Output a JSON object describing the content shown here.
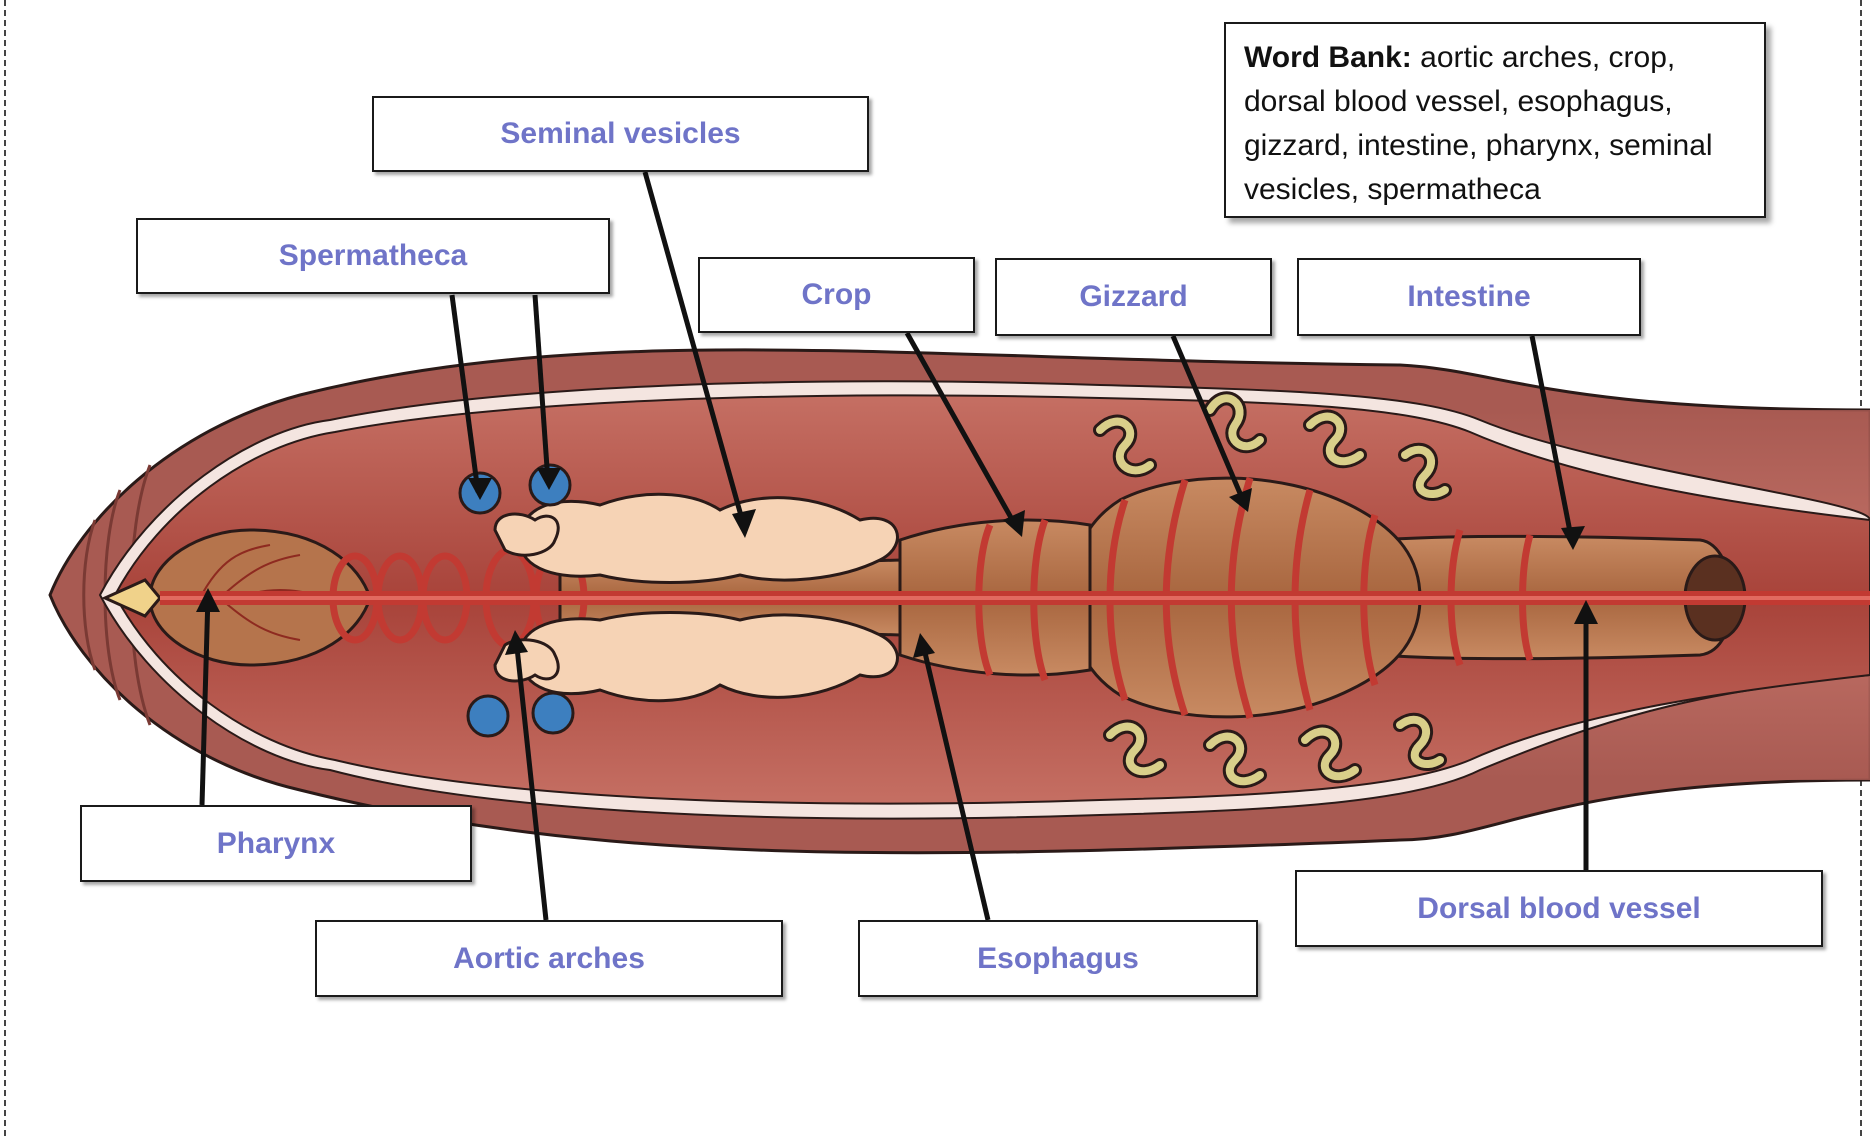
{
  "word_bank": {
    "heading": "Word Bank:",
    "text": "aortic arches, crop, dorsal blood vessel, esophagus, gizzard, intestine, pharynx, seminal vesicles, spermatheca"
  },
  "labels": {
    "seminal_vesicles": "Seminal vesicles",
    "spermatheca": "Spermatheca",
    "crop": "Crop",
    "gizzard": "Gizzard",
    "intestine": "Intestine",
    "pharynx": "Pharynx",
    "aortic_arches": "Aortic arches",
    "esophagus": "Esophagus",
    "dorsal_blood_vessel": "Dorsal blood vessel"
  },
  "colors": {
    "label_text": "#6f74c8",
    "body_outer": "#a85a52",
    "body_cavity": "#d9877c",
    "gut": "#b27047",
    "blood_vessel": "#c23a32",
    "seminal_vesicles": "#f6d3b5",
    "spermatheca": "#3d7fbf",
    "nephridia": "#d9cf8a"
  }
}
